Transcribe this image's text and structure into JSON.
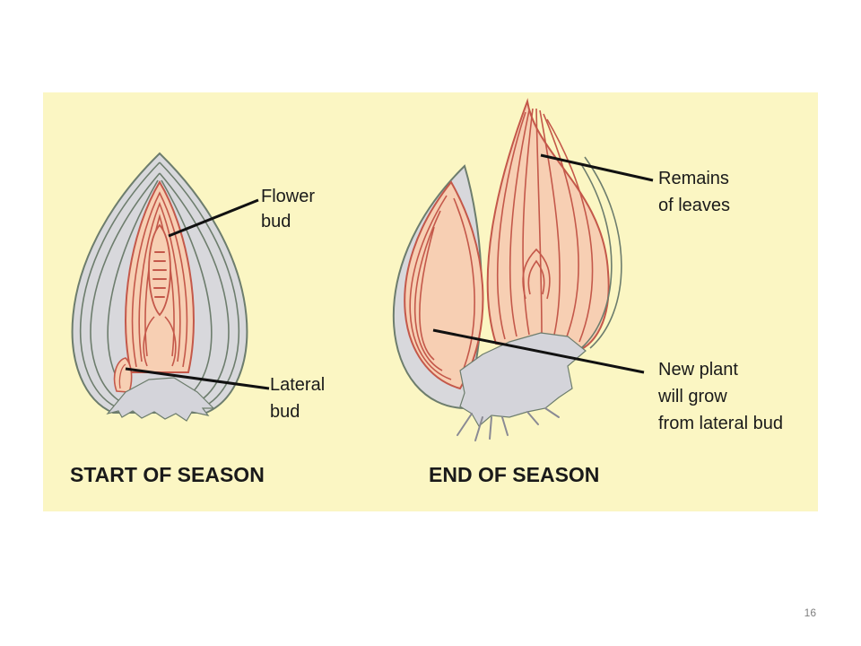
{
  "figure": {
    "background": "#fbf6c3",
    "left_panel": {
      "caption": "START OF SEASON",
      "labels": {
        "flower_bud": [
          "Flower",
          "bud"
        ],
        "lateral_bud": [
          "Lateral",
          "bud"
        ]
      }
    },
    "right_panel": {
      "caption": "END OF SEASON",
      "labels": {
        "remains_of_leaves": [
          "Remains",
          "of leaves"
        ],
        "new_plant": [
          "New plant",
          "will grow",
          "from lateral bud"
        ]
      }
    },
    "colors": {
      "scale_outline": "#6d7d6d",
      "fleshy_leaf_line": "#c4584a",
      "fleshy_fill": "#f7cfb3",
      "scale_fill": "#d8d8dc",
      "stem_fill": "#d4d4da",
      "leader_line": "#111111"
    }
  },
  "slide": {
    "page_number": "16"
  }
}
